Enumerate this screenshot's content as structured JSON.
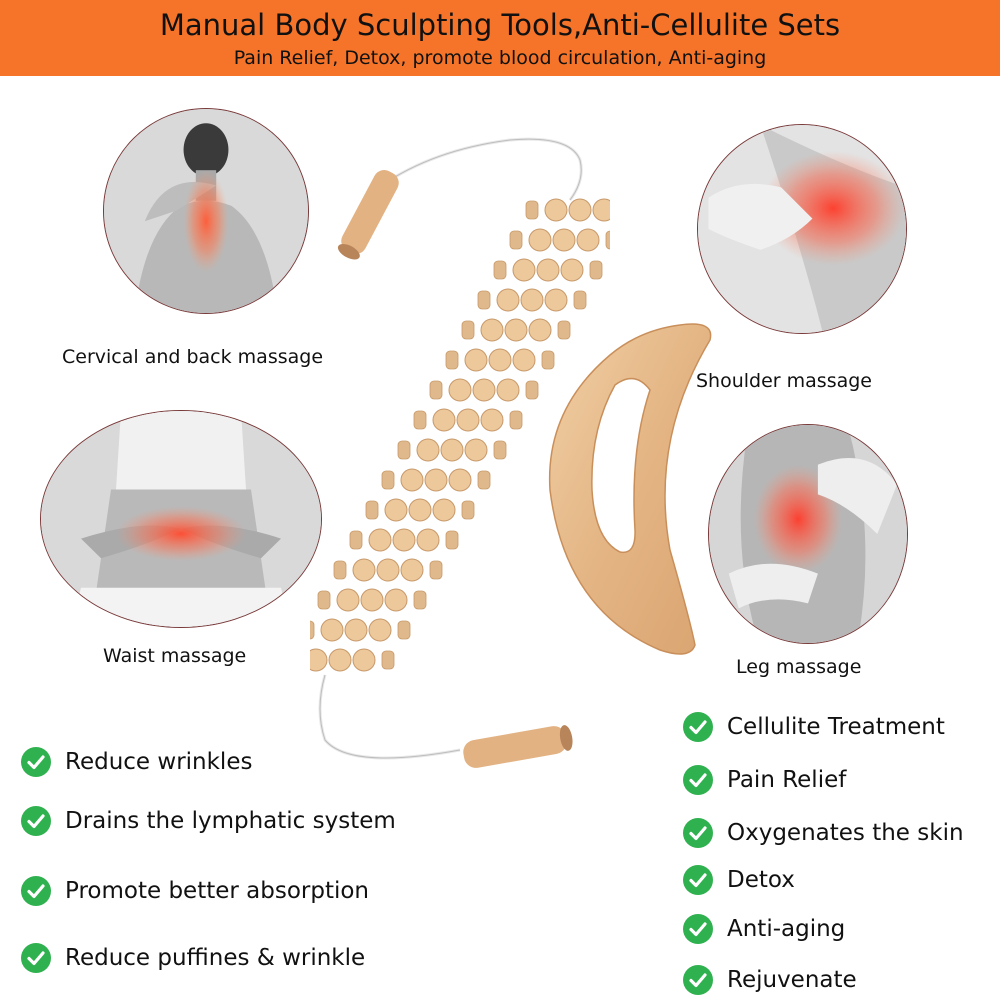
{
  "banner": {
    "title": "Manual Body Sculpting Tools,Anti-Cellulite Sets",
    "subtitle": "Pain Relief, Detox, promote blood circulation, Anti-aging",
    "color": "#f5742a"
  },
  "photos": {
    "back": "Cervical and back massage",
    "waist": "Waist massage",
    "shoulder": "Shoulder massage",
    "leg": "Leg massage"
  },
  "benefits_left": [
    "Reduce wrinkles",
    "Drains the lymphatic system",
    "Promote better absorption",
    "Reduce puffines & wrinkle"
  ],
  "benefits_right": [
    "Cellulite Treatment",
    "Pain Relief",
    "Oxygenates the skin",
    "Detox",
    "Anti-aging",
    "Rejuvenate"
  ],
  "colors": {
    "check_green": "#2fb14f",
    "heat_red": "#f0432e",
    "wood": "#e6c39a"
  },
  "icons": {
    "check": "check-circle-icon"
  }
}
